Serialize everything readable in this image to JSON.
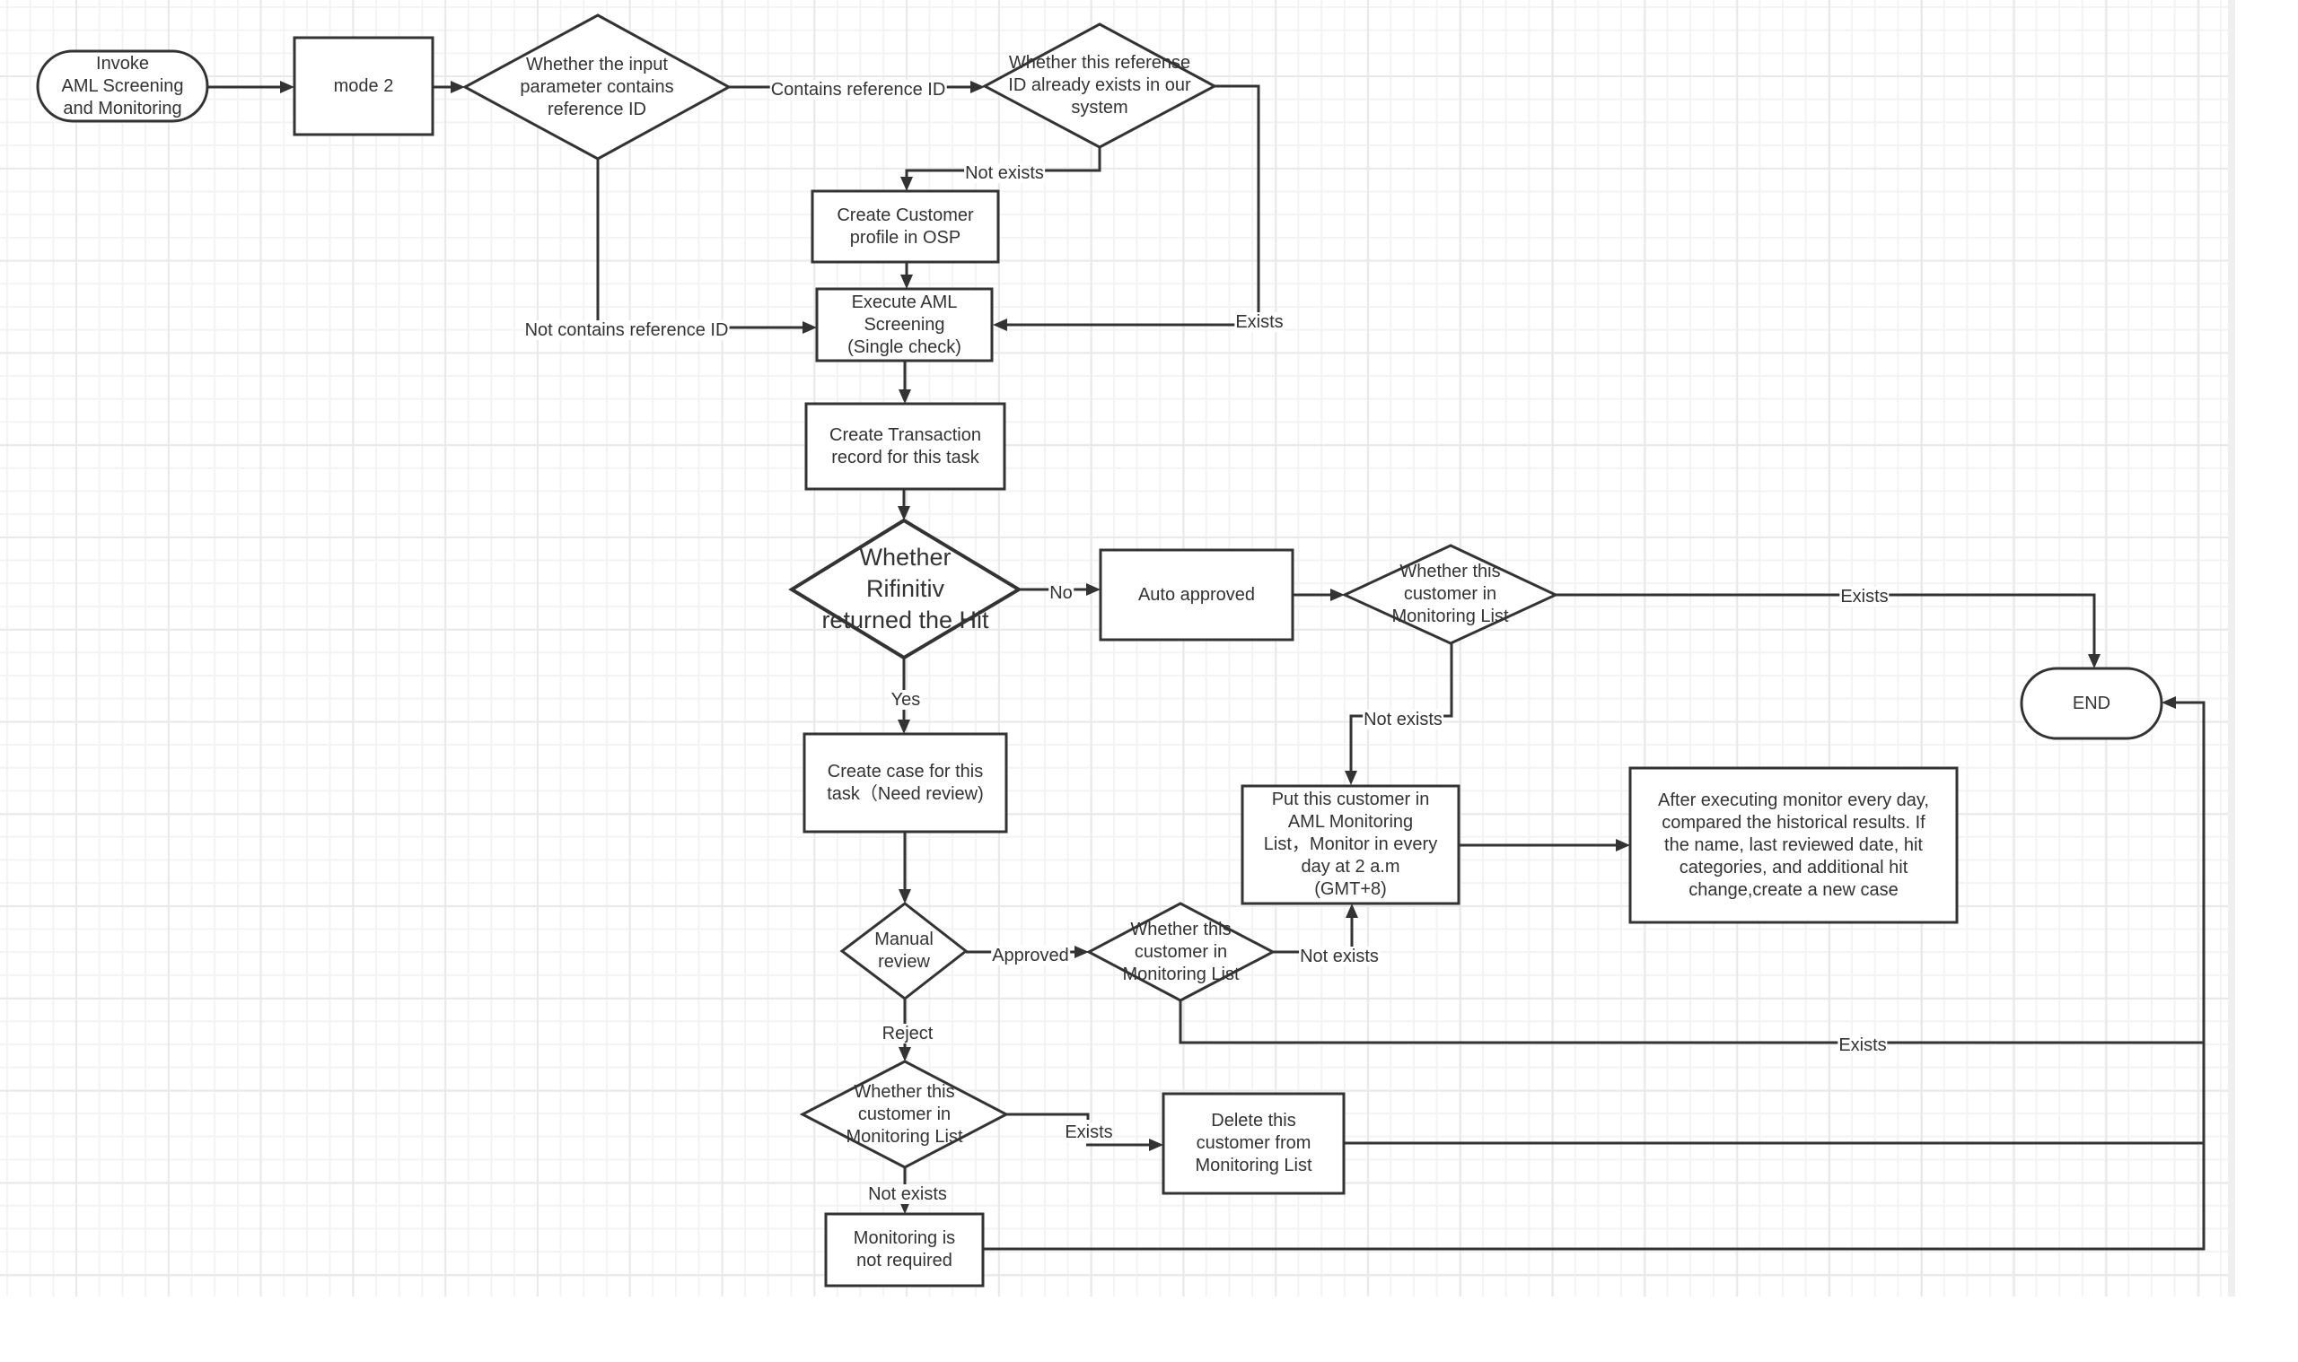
{
  "diagram": {
    "title": "AML Screening and Monitoring flow (mode 2)",
    "colors": {
      "stroke": "#333333",
      "text": "#333333",
      "fill": "#ffffff",
      "grid_minor": "#f3f3f3",
      "grid_major": "#e9e9e9"
    },
    "nodes": {
      "start": {
        "type": "terminator",
        "text": "Invoke\nAML Screening\nand Monitoring"
      },
      "mode": {
        "type": "process",
        "text": "mode 2"
      },
      "check_ref_param": {
        "type": "decision",
        "text": "Whether the input\nparameter contains\nreference ID"
      },
      "check_ref_exists": {
        "type": "decision",
        "text": "Whether this referense\nID already exists in our\nsystem"
      },
      "create_profile": {
        "type": "process",
        "text": "Create Customer\nprofile in OSP"
      },
      "execute_screening": {
        "type": "process",
        "text": "Execute AML\nScreening\n(Single check)"
      },
      "create_transaction": {
        "type": "process",
        "text": "Create Transaction\nrecord for this task"
      },
      "check_hit": {
        "type": "decision",
        "text": "Whether\nRifinitiv\nreturned the Hit"
      },
      "auto_approved": {
        "type": "process",
        "text": "Auto approved"
      },
      "check_monitoring_1": {
        "type": "decision",
        "text": "Whether this\ncustomer in\nMonitoring List"
      },
      "end": {
        "type": "terminator",
        "text": "END"
      },
      "create_case": {
        "type": "process",
        "text": "Create case for this\ntask（Need review)"
      },
      "put_monitoring": {
        "type": "process",
        "text": "Put this customer in\nAML Monitoring\nList，Monitor in every\nday at 2 a.m\n(GMT+8)"
      },
      "after_monitor": {
        "type": "process",
        "text": "After executing monitor every day,\ncompared the historical results. If\nthe name, last reviewed date, hit\ncategories, and additional hit\nchange,create a new case"
      },
      "manual_review": {
        "type": "decision",
        "text": "Manual\nreview"
      },
      "check_monitoring_2": {
        "type": "decision",
        "text": "Whether this\ncustomer in\nMonitoring List"
      },
      "check_monitoring_3": {
        "type": "decision",
        "text": "Whether this\ncustomer in\nMonitoring List"
      },
      "delete_monitoring": {
        "type": "process",
        "text": "Delete this\ncustomer from\nMonitoring List"
      },
      "monitoring_not_required": {
        "type": "process",
        "text": "Monitoring is\nnot required"
      }
    },
    "edge_labels": {
      "contains_ref": "Contains reference ID",
      "not_contains_ref": "Not contains reference ID",
      "ref_not_exists": "Not exists",
      "ref_exists": "Exists",
      "hit_no": "No",
      "hit_yes": "Yes",
      "mon1_exists": "Exists",
      "mon1_not_exists": "Not exists",
      "review_approved": "Approved",
      "review_reject": "Reject",
      "mon2_not_exists": "Not exists",
      "mon2_exists": "Exists",
      "mon3_exists": "Exists",
      "mon3_not_exists": "Not exists"
    }
  }
}
